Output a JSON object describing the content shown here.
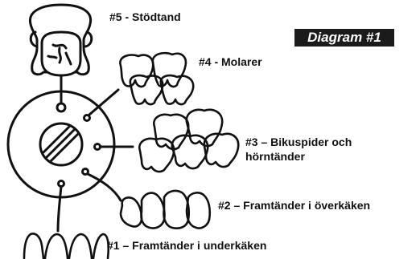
{
  "diagram": {
    "badge": "Diagram #1",
    "labels": {
      "l5": "#5 - Stödtand",
      "l4": "#4 - Molarer",
      "l3_line1": "#3 – Bikuspider och",
      "l3_line2": "hörntänder",
      "l2": "#2 – Framtänder i överkäken",
      "l1": "#1 – Framtänder i underkäken"
    },
    "colors": {
      "ink": "#111111",
      "badge_bg": "#1b1b1b",
      "badge_text": "#ffffff"
    }
  }
}
